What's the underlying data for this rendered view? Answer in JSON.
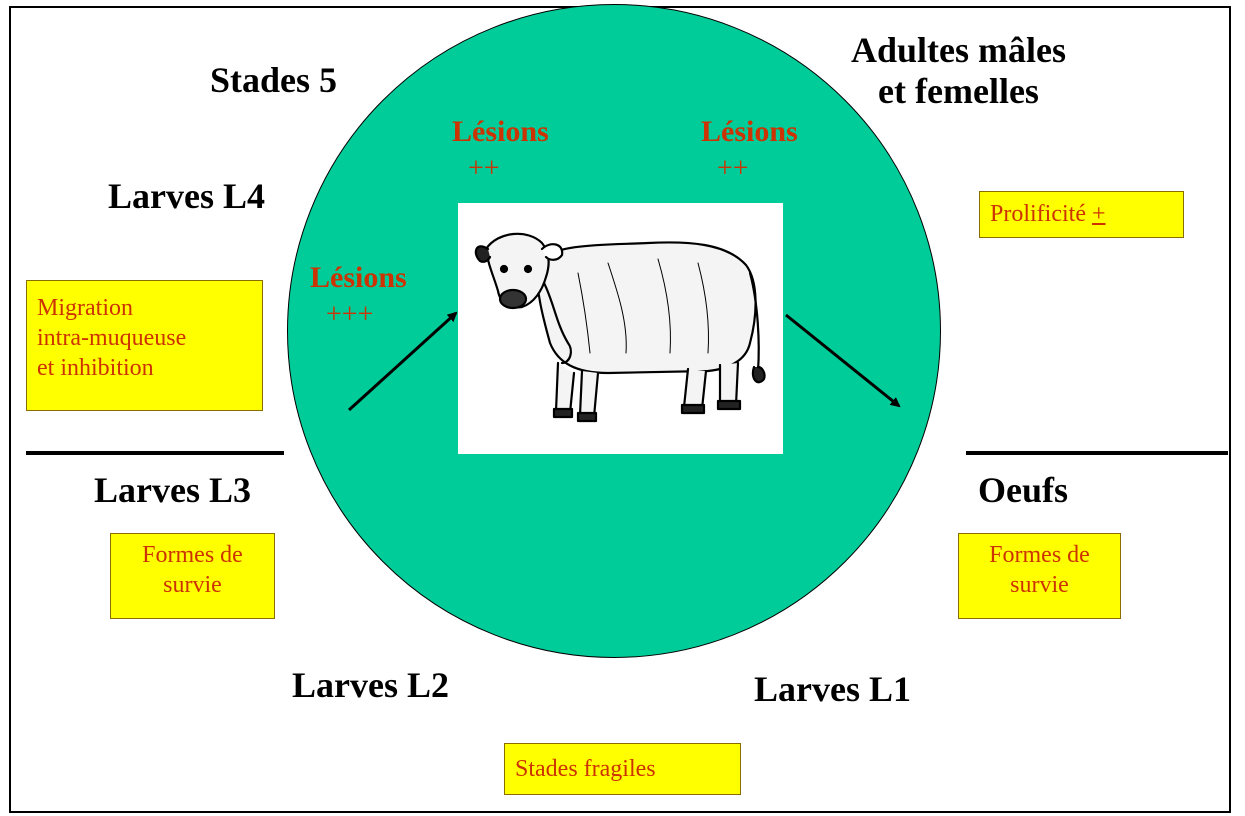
{
  "labels": {
    "stades5": "Stades 5",
    "adultes_line1": "Adultes mâles",
    "adultes_line2": "et femelles",
    "larves_l4": "Larves L4",
    "larves_l3": "Larves L3",
    "larves_l2": "Larves L2",
    "larves_l1": "Larves L1",
    "oeufs": "Oeufs"
  },
  "lesions": [
    {
      "title": "Lésions",
      "level": "++"
    },
    {
      "title": "Lésions",
      "level": "++"
    },
    {
      "title": "Lésions",
      "level": "+++"
    }
  ],
  "boxes": {
    "prolificite_text": "Prolificité ",
    "prolificite_symbol": "+",
    "migration_line1": "Migration",
    "migration_line2": "intra-muqueuse",
    "migration_line3": "et inhibition",
    "survie_left_line1": "Formes de",
    "survie_left_line2": "survie",
    "survie_right_line1": "Formes de",
    "survie_right_line2": "survie",
    "stades_fragiles": "Stades fragiles"
  },
  "icons": {
    "center_image": "cow-illustration",
    "left_arrow": "arrow-up-right",
    "right_arrow": "arrow-down-right"
  },
  "colors": {
    "circle": "#00cc99",
    "box_fill": "#ffff00",
    "accent_text": "#cc3300"
  }
}
